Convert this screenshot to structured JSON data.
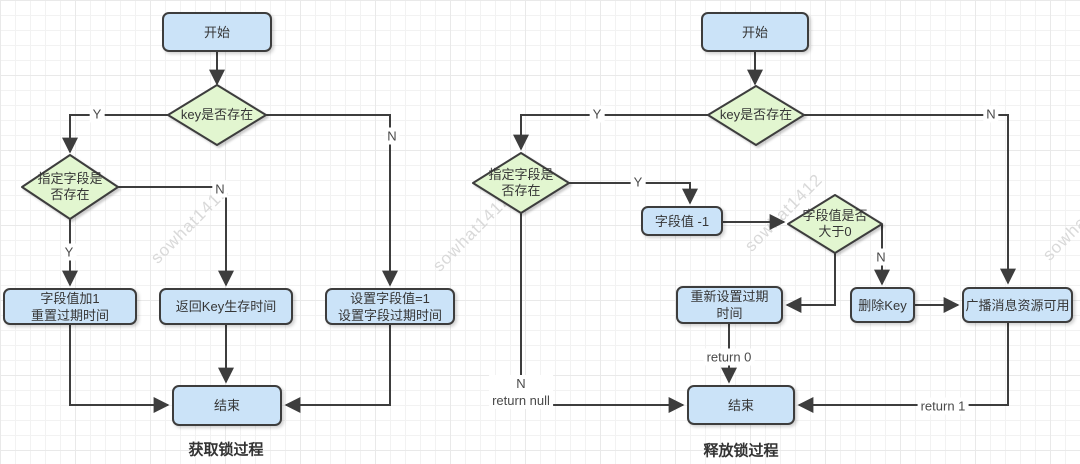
{
  "watermark": {
    "text": "sowhat1412"
  },
  "palette": {
    "process_fill": "#cbe3f8",
    "decision_fill": "#e2f6d0",
    "node_stroke": "#3d3d3d",
    "edge_color": "#3d3d3d",
    "grid_color": "#f2f2f2",
    "text_color": "#363636",
    "watermark_color": "#d9d9d9"
  },
  "left_chart": {
    "title": "获取锁过程",
    "nodes": {
      "start": {
        "label": "开始"
      },
      "key_exists": {
        "label": "key是否存在"
      },
      "field_exists": {
        "lines": [
          "指定字段是",
          "否存在"
        ]
      },
      "incr_field": {
        "lines": [
          "字段值加1",
          "重置过期时间"
        ]
      },
      "return_ttl": {
        "label": "返回Key生存时间"
      },
      "set_field": {
        "lines": [
          "设置字段值=1",
          "设置字段过期时间"
        ]
      },
      "end": {
        "label": "结束"
      }
    },
    "edge_labels": {
      "key_yes": "Y",
      "key_no": "N",
      "field_yes": "Y",
      "field_no": "N"
    }
  },
  "right_chart": {
    "title": "释放锁过程",
    "nodes": {
      "start": {
        "label": "开始"
      },
      "key_exists": {
        "label": "key是否存在"
      },
      "field_exists": {
        "lines": [
          "指定字段是",
          "否存在"
        ]
      },
      "decr_field": {
        "label": "字段值 -1"
      },
      "gt_zero": {
        "lines": [
          "字段值是否",
          "大于0"
        ]
      },
      "reset_expire": {
        "lines": [
          "重新设置过期",
          "时间"
        ]
      },
      "delete_key": {
        "label": "删除Key"
      },
      "broadcast": {
        "label": "广播消息资源可用"
      },
      "end": {
        "label": "结束"
      }
    },
    "edge_labels": {
      "key_yes": "Y",
      "key_no": "N",
      "field_yes": "Y",
      "gt_no": "N",
      "return0": "return 0",
      "return1": "return 1",
      "null_n": "N",
      "null_return": "return null"
    }
  }
}
